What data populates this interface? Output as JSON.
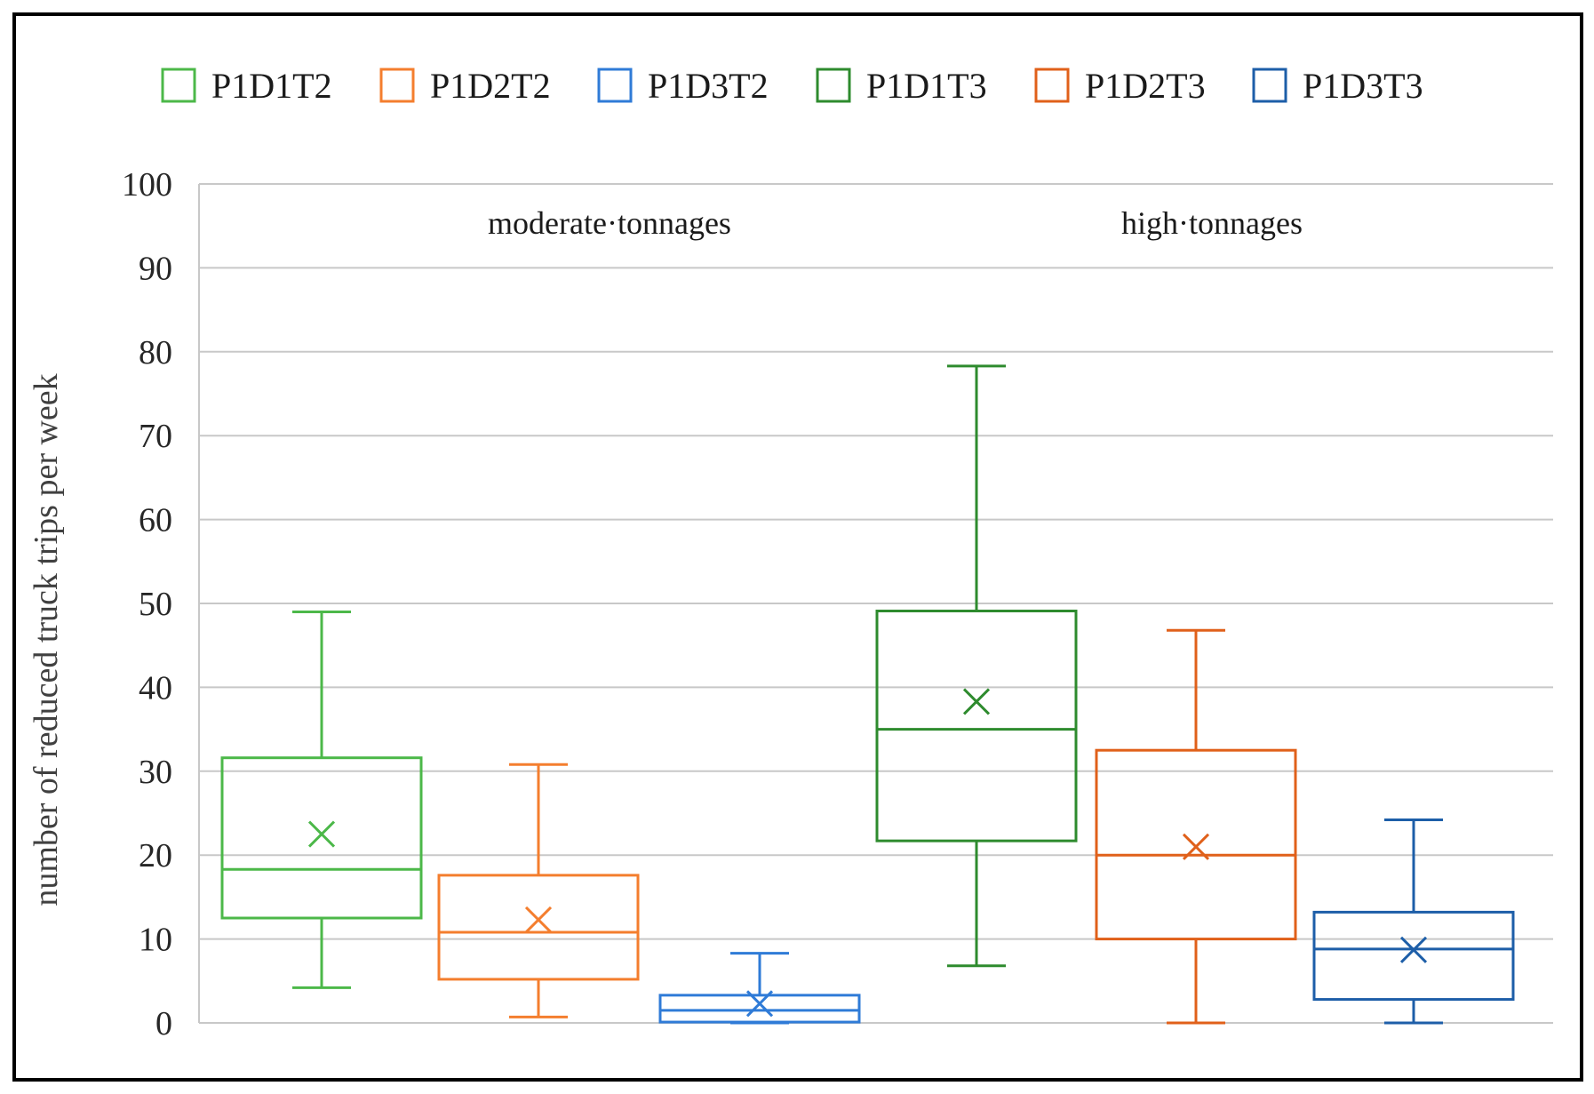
{
  "chart_data": {
    "type": "box",
    "ylabel": "number of reduced truck trips per week",
    "ylim": [
      0,
      100
    ],
    "y_ticks": [
      0,
      10,
      20,
      30,
      40,
      50,
      60,
      70,
      80,
      90,
      100
    ],
    "grid": true,
    "legend_position": "top",
    "groups": [
      {
        "label": "moderate·tonnages",
        "series": [
          "P1D1T2",
          "P1D2T2",
          "P1D3T2"
        ]
      },
      {
        "label": "high·tonnages",
        "series": [
          "P1D1T3",
          "P1D2T3",
          "P1D3T3"
        ]
      }
    ],
    "series": [
      {
        "name": "P1D1T2",
        "color": "#4cb849",
        "min": 4.2,
        "q1": 12.5,
        "median": 18.3,
        "q3": 31.6,
        "max": 49.0,
        "mean": 22.5
      },
      {
        "name": "P1D2T2",
        "color": "#f47e2e",
        "min": 0.7,
        "q1": 5.2,
        "median": 10.8,
        "q3": 17.6,
        "max": 30.8,
        "mean": 12.3
      },
      {
        "name": "P1D3T2",
        "color": "#2f7bd7",
        "min": 0.0,
        "q1": 0.1,
        "median": 1.5,
        "q3": 3.3,
        "max": 8.3,
        "mean": 2.3
      },
      {
        "name": "P1D1T3",
        "color": "#2e8b2e",
        "min": 6.8,
        "q1": 21.7,
        "median": 35.0,
        "q3": 49.1,
        "max": 78.3,
        "mean": 38.3
      },
      {
        "name": "P1D2T3",
        "color": "#e0601a",
        "min": 0.0,
        "q1": 10.0,
        "median": 20.0,
        "q3": 32.5,
        "max": 46.8,
        "mean": 21.0
      },
      {
        "name": "P1D3T3",
        "color": "#1d5ea8",
        "min": 0.0,
        "q1": 2.8,
        "median": 8.8,
        "q3": 13.2,
        "max": 24.2,
        "mean": 8.7
      }
    ]
  }
}
